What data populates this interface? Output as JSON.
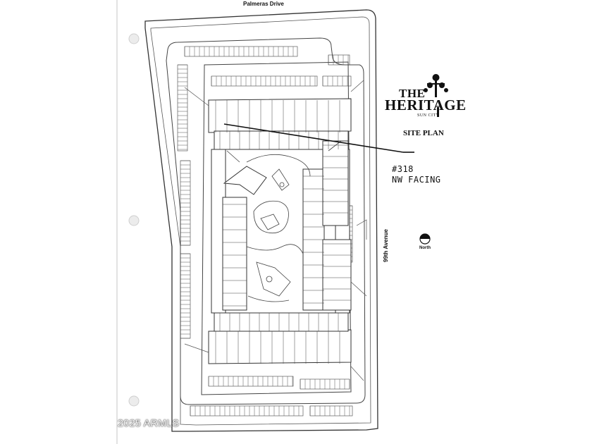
{
  "map": {
    "streets": {
      "north": "Palmeras Drive",
      "east": "99th Avenue"
    },
    "brand": {
      "line1": "THE",
      "line2": "HERITAGE",
      "sub": "SUN CITY"
    },
    "plan_title": "SITE PLAN",
    "callout": {
      "unit": "#318",
      "facing": "NW FACING"
    },
    "compass_label": "North",
    "watermark": "2025 ARMLS"
  }
}
